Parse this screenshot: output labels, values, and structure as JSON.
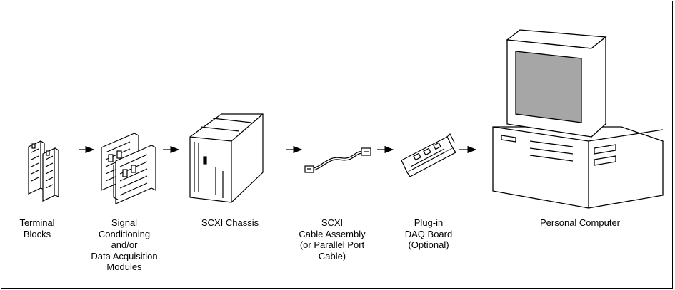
{
  "components": [
    {
      "id": "terminal-blocks",
      "label": "Terminal\nBlocks"
    },
    {
      "id": "signal-conditioning",
      "label": "Signal\nConditioning\nand/or\nData Acquisition\nModules"
    },
    {
      "id": "scxi-chassis",
      "label": "SCXI Chassis"
    },
    {
      "id": "scxi-cable",
      "label": "SCXI\nCable Assembly\n(or Parallel Port\nCable)"
    },
    {
      "id": "daq-board",
      "label": "Plug-in\nDAQ Board\n(Optional)"
    },
    {
      "id": "personal-computer",
      "label": "Personal Computer"
    }
  ],
  "colors": {
    "line": "#000000",
    "screen": "#a6a6a6",
    "fill": "#ffffff"
  }
}
